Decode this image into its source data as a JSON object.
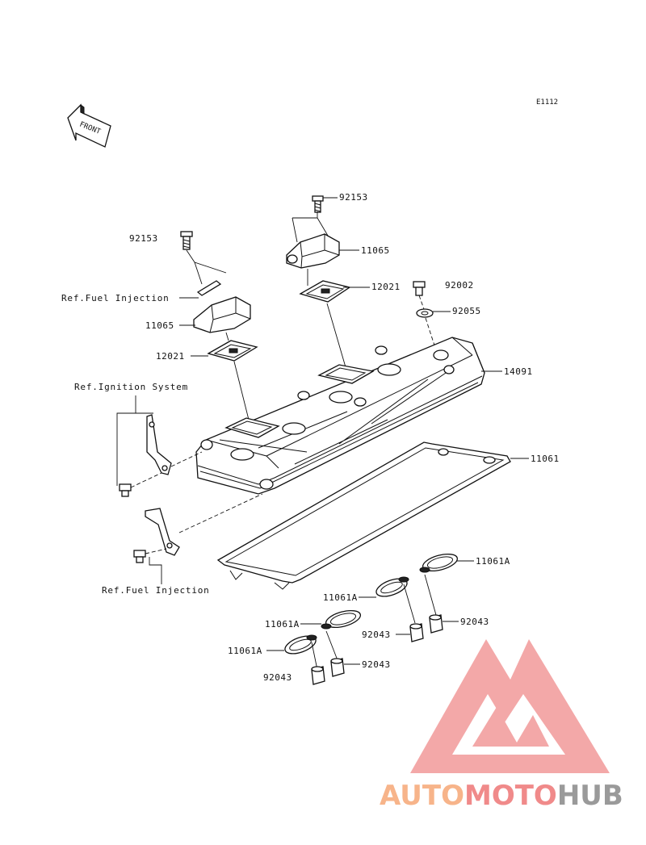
{
  "diagram": {
    "code": "E1112",
    "front_label": "FRONT",
    "labels": {
      "bolt_92153_right": "92153",
      "bolt_92153_left": "92153",
      "coil_11065_right": "11065",
      "coil_11065_left": "11065",
      "gasket_12021_right": "12021",
      "gasket_12021_left": "12021",
      "bolt_92002": "92002",
      "washer_92055": "92055",
      "cover_14091": "14091",
      "gasket_11061": "11061",
      "gasket_11061A_a": "11061A",
      "gasket_11061A_b": "11061A",
      "gasket_11061A_c": "11061A",
      "gasket_11061A_d": "11061A",
      "collar_92043_a": "92043",
      "collar_92043_b": "92043",
      "collar_92043_c": "92043",
      "collar_92043_d": "92043"
    },
    "references": {
      "fuel_injection_top": "Ref.Fuel Injection",
      "ignition_system": "Ref.Ignition System",
      "fuel_injection_bottom": "Ref.Fuel Injection"
    }
  },
  "watermark": {
    "part1": "AUTO",
    "part2": "MOTO",
    "part3": "HUB",
    "color_light": "#f7b48a",
    "color_mid": "#f08a8a",
    "color_dark": "#9a9a9a",
    "logo_color": "#f29a9a"
  }
}
